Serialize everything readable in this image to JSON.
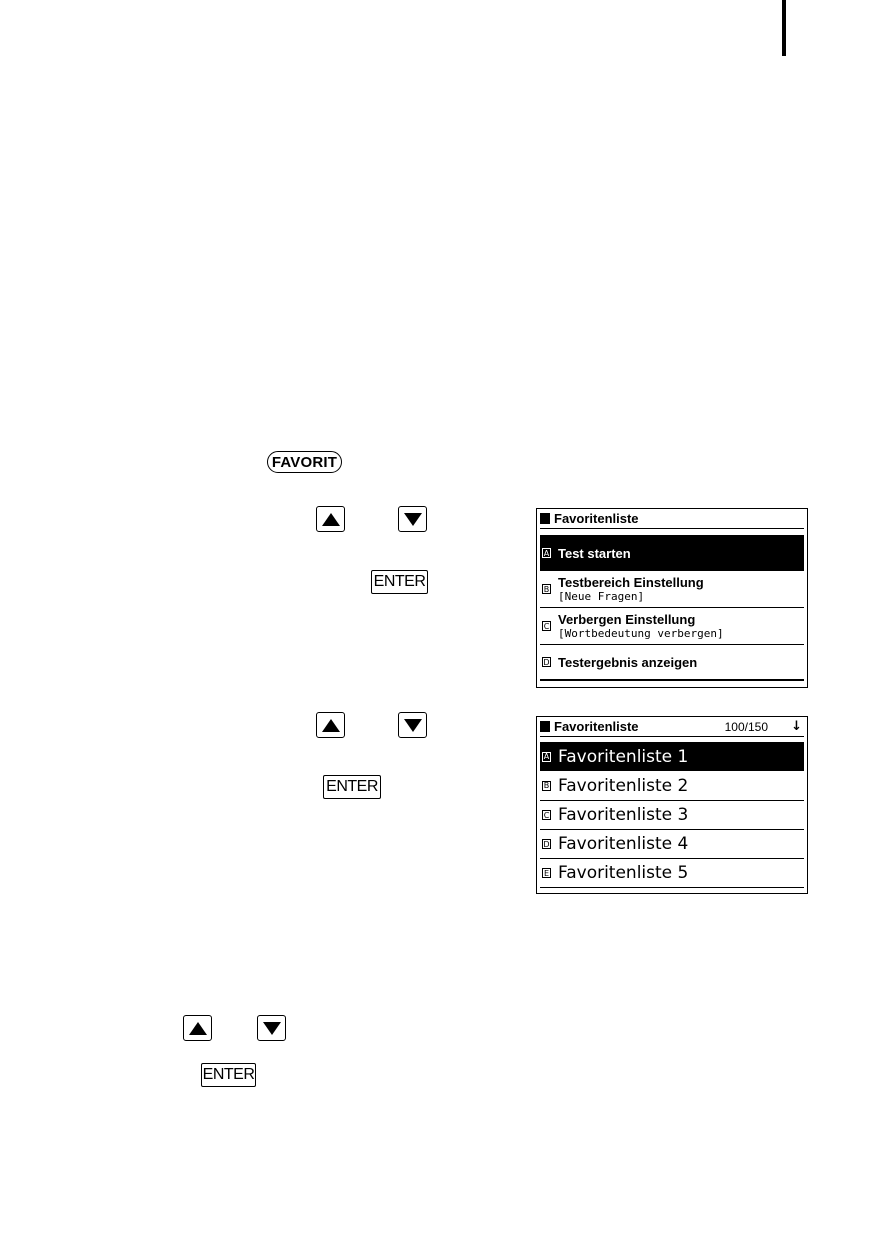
{
  "keys": {
    "favorit": "FAVORIT",
    "enter": "ENTER"
  },
  "screen1": {
    "title": "Favoritenliste",
    "items": [
      {
        "letter": "A",
        "title": "Test starten",
        "sub": ""
      },
      {
        "letter": "B",
        "title": "Testbereich Einstellung",
        "sub": "[Neue Fragen]"
      },
      {
        "letter": "C",
        "title": "Verbergen Einstellung",
        "sub": "[Wortbedeutung verbergen]"
      },
      {
        "letter": "D",
        "title": "Testergebnis anzeigen",
        "sub": ""
      }
    ],
    "selected_index": 0
  },
  "screen2": {
    "title": "Favoritenliste",
    "count": "100/150",
    "scroll_icon": "down-arrow-icon",
    "items": [
      {
        "letter": "A",
        "title": "Favoritenliste 1"
      },
      {
        "letter": "B",
        "title": "Favoritenliste 2"
      },
      {
        "letter": "C",
        "title": "Favoritenliste 3"
      },
      {
        "letter": "D",
        "title": "Favoritenliste 4"
      },
      {
        "letter": "E",
        "title": "Favoritenliste 5"
      }
    ],
    "selected_index": 0
  }
}
